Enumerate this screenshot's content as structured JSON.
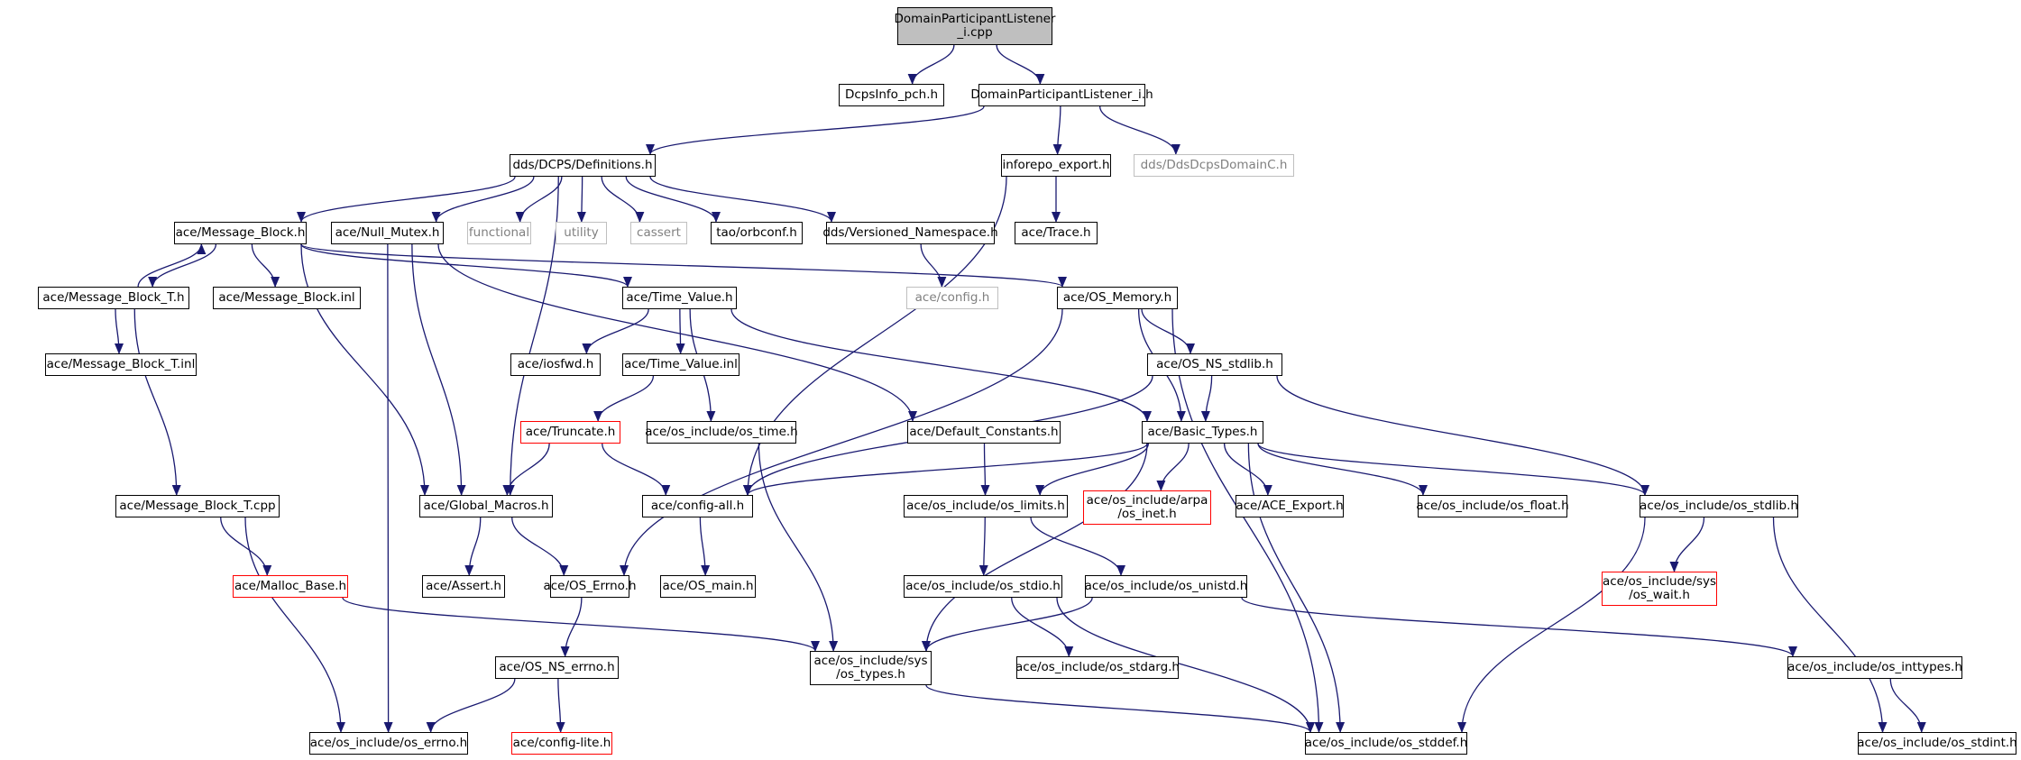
{
  "graph": {
    "edge_color": "#191970",
    "node_border_color": "#000000",
    "root_fill": "#bfbfbf",
    "missing_border_color": "#bfbfbf",
    "truncated_border_color": "#ff0000",
    "nodes": [
      {
        "id": "root",
        "label": "DomainParticipantListener\n_i.cpp",
        "kind": "root"
      },
      {
        "id": "dcpsinfo",
        "label": "DcpsInfo_pch.h",
        "kind": "normal"
      },
      {
        "id": "dpl_h",
        "label": "DomainParticipantListener_i.h",
        "kind": "normal"
      },
      {
        "id": "definitions",
        "label": "dds/DCPS/Definitions.h",
        "kind": "normal"
      },
      {
        "id": "inforepo",
        "label": "inforepo_export.h",
        "kind": "normal"
      },
      {
        "id": "domainc",
        "label": "dds/DdsDcpsDomainC.h",
        "kind": "missing"
      },
      {
        "id": "msgblock",
        "label": "ace/Message_Block.h",
        "kind": "normal"
      },
      {
        "id": "nullmutex",
        "label": "ace/Null_Mutex.h",
        "kind": "normal"
      },
      {
        "id": "functional",
        "label": "functional",
        "kind": "missing"
      },
      {
        "id": "utility",
        "label": "utility",
        "kind": "missing"
      },
      {
        "id": "cassert",
        "label": "cassert",
        "kind": "missing"
      },
      {
        "id": "orbconf",
        "label": "tao/orbconf.h",
        "kind": "normal"
      },
      {
        "id": "versioned",
        "label": "dds/Versioned_Namespace.h",
        "kind": "normal"
      },
      {
        "id": "trace",
        "label": "ace/Trace.h",
        "kind": "normal"
      },
      {
        "id": "msgblockT",
        "label": "ace/Message_Block_T.h",
        "kind": "normal"
      },
      {
        "id": "msgblockinl",
        "label": "ace/Message_Block.inl",
        "kind": "normal"
      },
      {
        "id": "timevalue",
        "label": "ace/Time_Value.h",
        "kind": "normal"
      },
      {
        "id": "config",
        "label": "ace/config.h",
        "kind": "missing"
      },
      {
        "id": "osmemory",
        "label": "ace/OS_Memory.h",
        "kind": "normal"
      },
      {
        "id": "msgblockTinl",
        "label": "ace/Message_Block_T.inl",
        "kind": "normal"
      },
      {
        "id": "iosfwd",
        "label": "ace/iosfwd.h",
        "kind": "normal"
      },
      {
        "id": "timevalueinl",
        "label": "ace/Time_Value.inl",
        "kind": "normal"
      },
      {
        "id": "osnsstdlib",
        "label": "ace/OS_NS_stdlib.h",
        "kind": "normal"
      },
      {
        "id": "truncate",
        "label": "ace/Truncate.h",
        "kind": "truncated"
      },
      {
        "id": "ostime",
        "label": "ace/os_include/os_time.h",
        "kind": "normal"
      },
      {
        "id": "defconst",
        "label": "ace/Default_Constants.h",
        "kind": "normal"
      },
      {
        "id": "basictypes",
        "label": "ace/Basic_Types.h",
        "kind": "normal"
      },
      {
        "id": "msgblockTcpp",
        "label": "ace/Message_Block_T.cpp",
        "kind": "normal"
      },
      {
        "id": "globalmacros",
        "label": "ace/Global_Macros.h",
        "kind": "normal"
      },
      {
        "id": "configall",
        "label": "ace/config-all.h",
        "kind": "normal"
      },
      {
        "id": "oslimits",
        "label": "ace/os_include/os_limits.h",
        "kind": "normal"
      },
      {
        "id": "osinet",
        "label": "ace/os_include/arpa\n/os_inet.h",
        "kind": "truncated"
      },
      {
        "id": "aceexport",
        "label": "ace/ACE_Export.h",
        "kind": "normal"
      },
      {
        "id": "osfloat",
        "label": "ace/os_include/os_float.h",
        "kind": "normal"
      },
      {
        "id": "osstdlib",
        "label": "ace/os_include/os_stdlib.h",
        "kind": "normal"
      },
      {
        "id": "mallocbase",
        "label": "ace/Malloc_Base.h",
        "kind": "truncated"
      },
      {
        "id": "assert",
        "label": "ace/Assert.h",
        "kind": "normal"
      },
      {
        "id": "oserrno",
        "label": "ace/OS_Errno.h",
        "kind": "normal"
      },
      {
        "id": "osmain",
        "label": "ace/OS_main.h",
        "kind": "normal"
      },
      {
        "id": "osstdio",
        "label": "ace/os_include/os_stdio.h",
        "kind": "normal"
      },
      {
        "id": "osunistd",
        "label": "ace/os_include/os_unistd.h",
        "kind": "normal"
      },
      {
        "id": "oswait",
        "label": "ace/os_include/sys\n/os_wait.h",
        "kind": "truncated"
      },
      {
        "id": "osnserrno",
        "label": "ace/OS_NS_errno.h",
        "kind": "normal"
      },
      {
        "id": "systypes",
        "label": "ace/os_include/sys\n/os_types.h",
        "kind": "normal"
      },
      {
        "id": "osstdarg",
        "label": "ace/os_include/os_stdarg.h",
        "kind": "normal"
      },
      {
        "id": "osinttypes",
        "label": "ace/os_include/os_inttypes.h",
        "kind": "normal"
      },
      {
        "id": "oserrnoh",
        "label": "ace/os_include/os_errno.h",
        "kind": "normal"
      },
      {
        "id": "configlite",
        "label": "ace/config-lite.h",
        "kind": "truncated"
      },
      {
        "id": "osstddef",
        "label": "ace/os_include/os_stddef.h",
        "kind": "normal"
      },
      {
        "id": "osstdint",
        "label": "ace/os_include/os_stdint.h",
        "kind": "normal"
      }
    ],
    "edges": [
      [
        "root",
        "dcpsinfo"
      ],
      [
        "root",
        "dpl_h"
      ],
      [
        "dpl_h",
        "definitions"
      ],
      [
        "dpl_h",
        "inforepo"
      ],
      [
        "dpl_h",
        "domainc"
      ],
      [
        "definitions",
        "msgblock"
      ],
      [
        "definitions",
        "nullmutex"
      ],
      [
        "definitions",
        "functional"
      ],
      [
        "definitions",
        "utility"
      ],
      [
        "definitions",
        "cassert"
      ],
      [
        "definitions",
        "orbconf"
      ],
      [
        "definitions",
        "versioned"
      ],
      [
        "definitions",
        "globalmacros"
      ],
      [
        "inforepo",
        "trace"
      ],
      [
        "inforepo",
        "configall"
      ],
      [
        "versioned",
        "config"
      ],
      [
        "msgblock",
        "msgblockT"
      ],
      [
        "msgblock",
        "msgblockinl"
      ],
      [
        "msgblock",
        "timevalue"
      ],
      [
        "msgblock",
        "osmemory"
      ],
      [
        "msgblock",
        "globalmacros"
      ],
      [
        "msgblockT",
        "msgblock"
      ],
      [
        "msgblockT",
        "msgblockTinl"
      ],
      [
        "msgblockT",
        "msgblockTcpp"
      ],
      [
        "nullmutex",
        "globalmacros"
      ],
      [
        "nullmutex",
        "oserrnoh"
      ],
      [
        "nullmutex",
        "defconst"
      ],
      [
        "timevalue",
        "iosfwd"
      ],
      [
        "timevalue",
        "timevalueinl"
      ],
      [
        "timevalue",
        "ostime"
      ],
      [
        "timevalue",
        "basictypes"
      ],
      [
        "timevalueinl",
        "truncate"
      ],
      [
        "truncate",
        "globalmacros"
      ],
      [
        "truncate",
        "configall"
      ],
      [
        "ostime",
        "systypes"
      ],
      [
        "osmemory",
        "osnsstdlib"
      ],
      [
        "osmemory",
        "basictypes"
      ],
      [
        "osmemory",
        "oserrno"
      ],
      [
        "osmemory",
        "osstddef"
      ],
      [
        "osnsstdlib",
        "basictypes"
      ],
      [
        "osnsstdlib",
        "configall"
      ],
      [
        "osnsstdlib",
        "osstdlib"
      ],
      [
        "defconst",
        "oslimits"
      ],
      [
        "basictypes",
        "configall"
      ],
      [
        "basictypes",
        "oslimits"
      ],
      [
        "basictypes",
        "osinet"
      ],
      [
        "basictypes",
        "aceexport"
      ],
      [
        "basictypes",
        "osfloat"
      ],
      [
        "basictypes",
        "osstdlib"
      ],
      [
        "basictypes",
        "systypes"
      ],
      [
        "basictypes",
        "osstddef"
      ],
      [
        "msgblockTcpp",
        "mallocbase"
      ],
      [
        "msgblockTcpp",
        "oserrnoh"
      ],
      [
        "globalmacros",
        "assert"
      ],
      [
        "globalmacros",
        "oserrno"
      ],
      [
        "configall",
        "osmain"
      ],
      [
        "oslimits",
        "osstdio"
      ],
      [
        "oslimits",
        "osunistd"
      ],
      [
        "osstdlib",
        "oswait"
      ],
      [
        "osstdlib",
        "osstddef"
      ],
      [
        "osstdlib",
        "osstdint"
      ],
      [
        "mallocbase",
        "systypes"
      ],
      [
        "oserrno",
        "osnserrno"
      ],
      [
        "osnserrno",
        "oserrnoh"
      ],
      [
        "osnserrno",
        "configlite"
      ],
      [
        "osstdio",
        "osstdarg"
      ],
      [
        "osstdio",
        "osstddef"
      ],
      [
        "osunistd",
        "systypes"
      ],
      [
        "osunistd",
        "osinttypes"
      ],
      [
        "systypes",
        "osstddef"
      ],
      [
        "osinttypes",
        "osstdint"
      ]
    ]
  }
}
